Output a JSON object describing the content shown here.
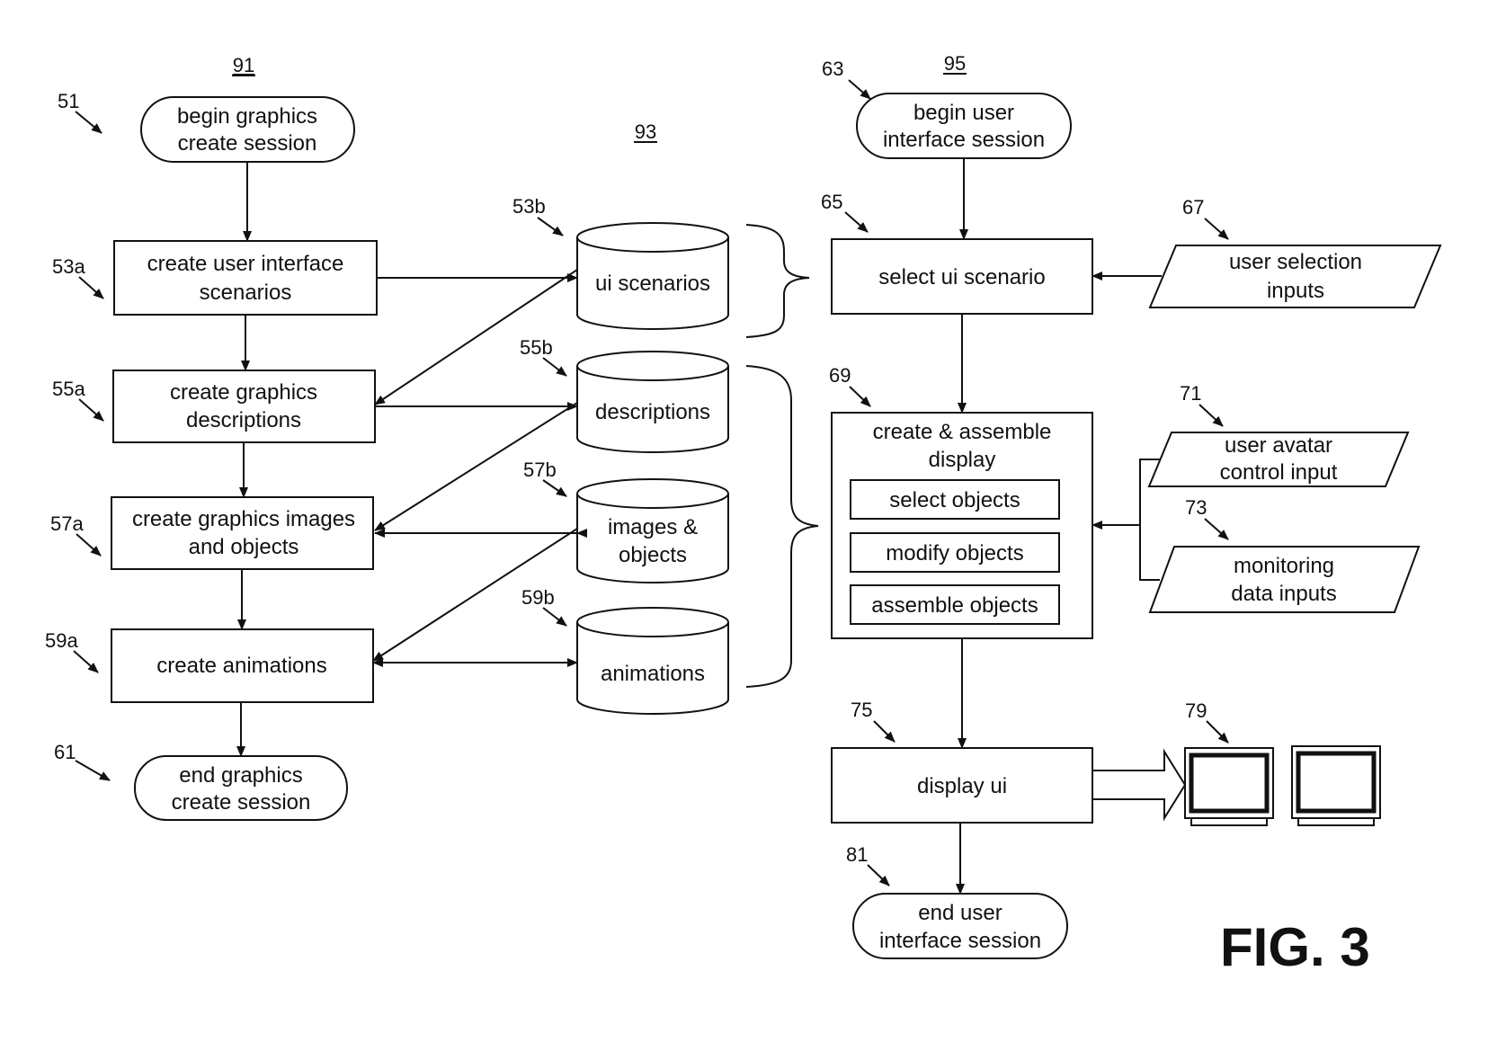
{
  "figure": {
    "label": "FIG. 3",
    "groups": {
      "g91": "91",
      "g93": "93",
      "g95": "95"
    },
    "graphics_session": {
      "begin": {
        "ref": "51",
        "line1": "begin graphics",
        "line2": "create session"
      },
      "step_53a": {
        "ref": "53a",
        "line1": "create user interface",
        "line2": "scenarios"
      },
      "step_55a": {
        "ref": "55a",
        "line1": "create graphics",
        "line2": "descriptions"
      },
      "step_57a": {
        "ref": "57a",
        "line1": "create graphics images",
        "line2": "and objects"
      },
      "step_59a": {
        "ref": "59a",
        "line1": "create animations"
      },
      "end": {
        "ref": "61",
        "line1": "end graphics",
        "line2": "create session"
      }
    },
    "databases": {
      "db_53b": {
        "ref": "53b",
        "line1": "ui scenarios"
      },
      "db_55b": {
        "ref": "55b",
        "line1": "descriptions"
      },
      "db_57b": {
        "ref": "57b",
        "line1": "images &",
        "line2": "objects"
      },
      "db_59b": {
        "ref": "59b",
        "line1": "animations"
      }
    },
    "ui_session": {
      "begin": {
        "ref": "63",
        "line1": "begin user",
        "line2": "interface session"
      },
      "select": {
        "ref": "65",
        "line1": "select ui scenario"
      },
      "selection_inputs": {
        "ref": "67",
        "line1": "user selection",
        "line2": "inputs"
      },
      "assemble": {
        "ref": "69",
        "line1": "create & assemble",
        "line2": "display",
        "sub": [
          "select objects",
          "modify objects",
          "assemble objects"
        ]
      },
      "avatar_input": {
        "ref": "71",
        "line1": "user avatar",
        "line2": "control input"
      },
      "monitoring_input": {
        "ref": "73",
        "line1": "monitoring",
        "line2": "data inputs"
      },
      "display": {
        "ref": "75",
        "line1": "display ui"
      },
      "monitors": {
        "ref": "79"
      },
      "end": {
        "ref": "81",
        "line1": "end user",
        "line2": "interface session"
      }
    }
  }
}
